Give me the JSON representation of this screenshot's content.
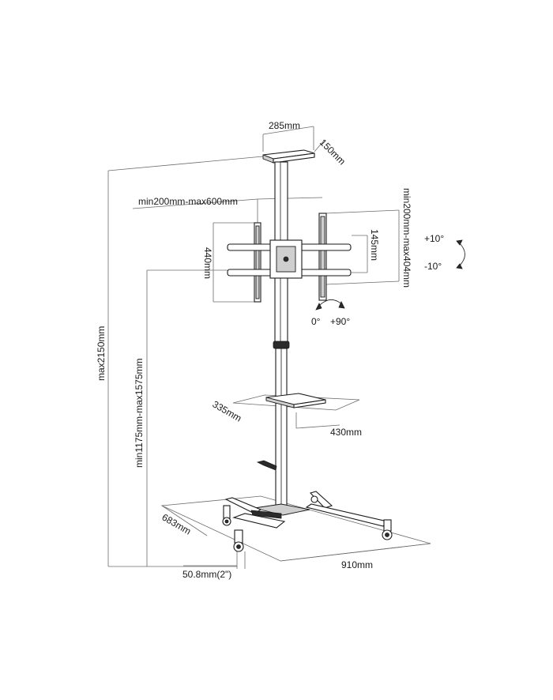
{
  "labels": {
    "top_width": "285mm",
    "top_depth": "150mm",
    "vesa_horizontal": "min200mm-max600mm",
    "vesa_vertical": "min200mm-max404mm",
    "bracket_height": "440mm",
    "bracket_inner": "145mm",
    "tilt_up": "+10°",
    "tilt_down": "-10°",
    "rotate_start": "0°",
    "rotate_end": "+90°",
    "max_height": "max2150mm",
    "center_height": "min1175mm-max1575mm",
    "shelf_depth": "335mm",
    "shelf_width": "430mm",
    "base_depth": "683mm",
    "base_width": "910mm",
    "caster": "50.8mm(2\")"
  },
  "colors": {
    "line": "#1a1a1a",
    "dimension": "#6b6b6b",
    "fill_grey": "#cfcfcf"
  }
}
